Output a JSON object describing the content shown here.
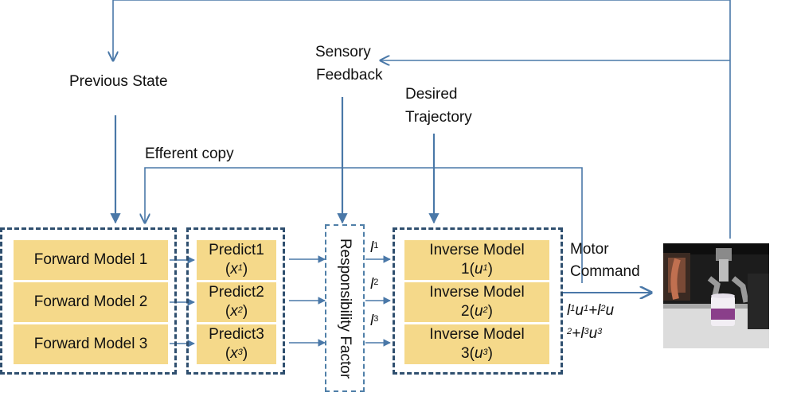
{
  "labels": {
    "previous_state": "Previous State",
    "sensory_feedback_1": "Sensory",
    "sensory_feedback_2": "Feedback",
    "desired_trajectory_1": "Desired",
    "desired_trajectory_2": "Trajectory",
    "efferent_copy": "Efferent copy",
    "motor_command_1": "Motor",
    "motor_command_2": "Command",
    "responsibility_factor": "Responsibility Factor"
  },
  "forward_models": [
    "Forward Model 1",
    "Forward Model 2",
    "Forward Model 3"
  ],
  "predictions": [
    {
      "label": "Predict1",
      "var": "x",
      "sup": "1"
    },
    {
      "label": "Predict2",
      "var": "x",
      "sup": "2"
    },
    {
      "label": "Predict3",
      "var": "x",
      "sup": "3"
    }
  ],
  "weights": [
    {
      "var": "l",
      "sup": "1"
    },
    {
      "var": "l",
      "sup": "2"
    },
    {
      "var": "l",
      "sup": "3"
    }
  ],
  "inverse_models": [
    {
      "label": "Inverse Model",
      "num": "1",
      "var": "u",
      "sup": "1"
    },
    {
      "label": "Inverse Model",
      "num": "2",
      "var": "u",
      "sup": "2"
    },
    {
      "label": "Inverse Model",
      "num": "3",
      "var": "u",
      "sup": "3"
    }
  ],
  "formula": {
    "line1": [
      {
        "t": "l",
        "s": "1"
      },
      {
        "t": "u",
        "s": "1"
      },
      {
        "t": "+l",
        "s": "2"
      },
      {
        "t": "u",
        "s": ""
      }
    ],
    "line2": [
      {
        "t": "",
        "s": "2"
      },
      {
        "t": "+l",
        "s": "3"
      },
      {
        "t": "u",
        "s": "3"
      }
    ]
  },
  "colors": {
    "box_fill": "#f5d98a",
    "arrow": "#4a78a8",
    "group_border": "#2f4f6f"
  }
}
